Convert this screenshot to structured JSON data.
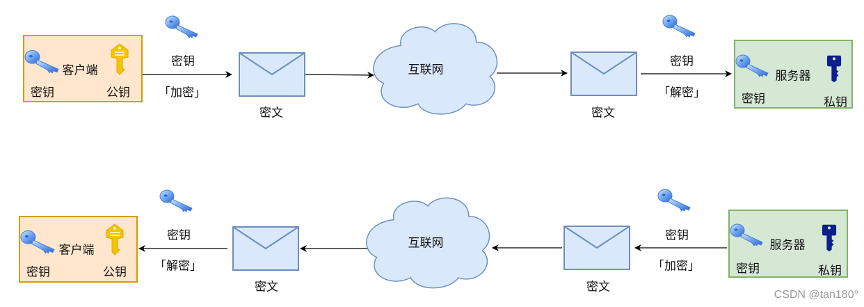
{
  "colors": {
    "client_fill": "#ffe6cc",
    "client_border": "#d79b00",
    "server_fill": "#d5e8d4",
    "server_border": "#82b366",
    "envelope_fill": "#dae8fc",
    "envelope_border": "#6c8ebf",
    "cloud_fill": "#dae8fc",
    "public_key": "#f5c400",
    "private_key": "#0d1f8c",
    "secret_key": "#6fa8f0"
  },
  "icons": {
    "secret_key": "blue-key-icon",
    "public_key": "gold-key-icon",
    "private_key": "dark-blue-key-icon",
    "ciphertext": "envelope-icon",
    "network": "cloud-icon"
  },
  "top_flow": {
    "client": {
      "name": "客户端",
      "left_key": "密钥",
      "right_key": "公钥"
    },
    "encrypt_step": {
      "key_label": "密钥",
      "action": "「加密」"
    },
    "ciphertext_1": "密文",
    "network": "互联网",
    "ciphertext_2": "密文",
    "decrypt_step": {
      "key_label": "密钥",
      "action": "「解密」"
    },
    "server": {
      "name": "服务器",
      "left_key": "密钥",
      "right_key": "私钥"
    }
  },
  "bottom_flow": {
    "client": {
      "name": "客户端",
      "left_key": "密钥",
      "right_key": "公钥"
    },
    "decrypt_step": {
      "key_label": "密钥",
      "action": "「解密」"
    },
    "ciphertext_1": "密文",
    "network": "互联网",
    "ciphertext_2": "密文",
    "encrypt_step": {
      "key_label": "密钥",
      "action": "「加密」"
    },
    "server": {
      "name": "服务器",
      "left_key": "密钥",
      "right_key": "私钥"
    }
  },
  "watermark": "CSDN @tan180°"
}
